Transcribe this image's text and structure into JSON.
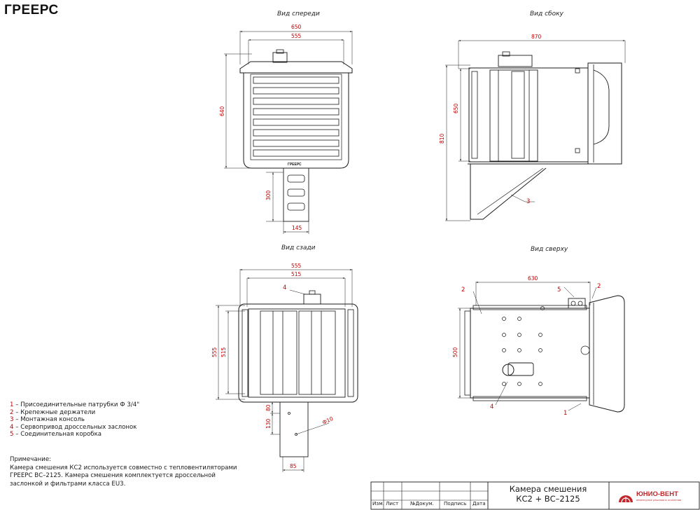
{
  "brand": "ГРЕЕРС",
  "views": {
    "front": "Вид спереди",
    "side": "Вид сбоку",
    "back": "Вид сзади",
    "top": "Вид сверху"
  },
  "dims": {
    "front_650": "650",
    "front_555": "555",
    "front_640": "640",
    "front_300": "300",
    "front_145": "145",
    "side_870": "870",
    "side_650": "650",
    "side_810": "810",
    "side_callout_3": "3",
    "back_555": "555",
    "back_515": "515",
    "back_555_v": "555",
    "back_515_v": "515",
    "back_80": "80",
    "back_130": "130",
    "back_phi10": "Ф10",
    "back_85": "85",
    "back_callout_4": "4",
    "top_630": "630",
    "top_500": "500",
    "top_callout_2a": "2",
    "top_callout_2b": "2",
    "top_callout_5": "5",
    "top_callout_1": "1",
    "top_callout_4": "4"
  },
  "device_logo": "ГРЕЕРС",
  "legend": [
    {
      "num": "1",
      "text": " – Присоединительные патрубки Ф 3/4\""
    },
    {
      "num": "2",
      "text": " – Крепежные держатели"
    },
    {
      "num": "3",
      "text": " – Монтажная консоль"
    },
    {
      "num": "4",
      "text": " – Сервопривод дроссельных заслонок"
    },
    {
      "num": "5",
      "text": " – Соединительная коробка"
    }
  ],
  "note": {
    "heading": "Примечание:",
    "line1": "Камера смешения КС2 используется совместно с тепловентиляторами",
    "line2": "ГРЕЕРС ВС–2125. Камера смешения комплектуется дроссельной",
    "line3": "заслонкой и фильтрами класса EU3."
  },
  "stamp": {
    "title_line1": "Камера смешения",
    "title_line2": "КС2 + ВС–2125",
    "columns": [
      "Изм.",
      "Лист",
      "№Докум.",
      "Подпись",
      "Дата"
    ]
  },
  "company": {
    "name": "ЮНИО-ВЕНТ",
    "tagline": "инженерные решения в отоплении"
  },
  "colors": {
    "line": "#1a1a1a",
    "dimension": "#c00000",
    "brand_red": "#c0282d"
  }
}
